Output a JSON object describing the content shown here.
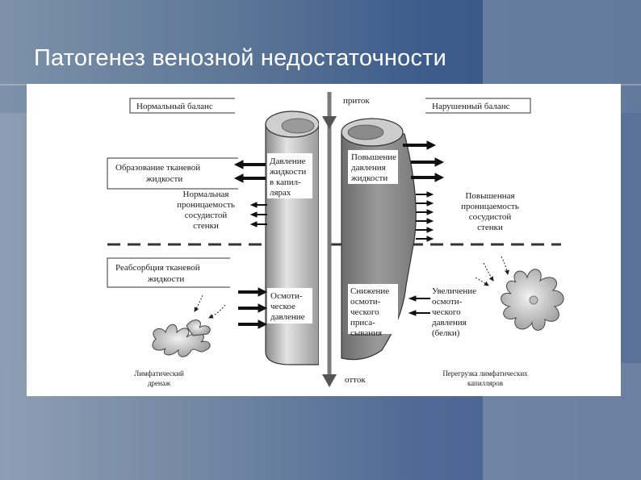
{
  "slide": {
    "title": "Патогенез венозной недостаточности"
  },
  "diagram": {
    "top_label": "приток",
    "bottom_label": "отток",
    "left": {
      "balance_box": "Нормальный баланс",
      "formation_box": [
        "Образование тканевой",
        "жидкости"
      ],
      "capillary_pressure": [
        "Давление",
        "жидкости",
        "в капил-",
        "лярах"
      ],
      "permeability": [
        "Нормальная",
        "проницаемость",
        "сосудистой",
        "стенки"
      ],
      "reabsorption_box": [
        "Реабсорбция тканевой",
        "жидкости"
      ],
      "osmotic": [
        "Осмоти-",
        "ческое",
        "давление"
      ],
      "lymph": [
        "Лимфатический",
        "дренаж"
      ]
    },
    "right": {
      "balance_box": "Нарушенный баланс",
      "pressure_increase": [
        "Повышение",
        "давления",
        "жидкости"
      ],
      "permeability": [
        "Повышенная",
        "проницаемость",
        "сосудистой",
        "стенки"
      ],
      "osmotic_decrease": [
        "Снижение",
        "осмоти-",
        "ческого",
        "приса-",
        "сывания"
      ],
      "osmotic_increase": [
        "Увеличение",
        "осмоти-",
        "ческого",
        "давления",
        "(белки)"
      ],
      "lymph_overload": [
        "Перегрузка лимфатических",
        "капилляров"
      ]
    }
  }
}
